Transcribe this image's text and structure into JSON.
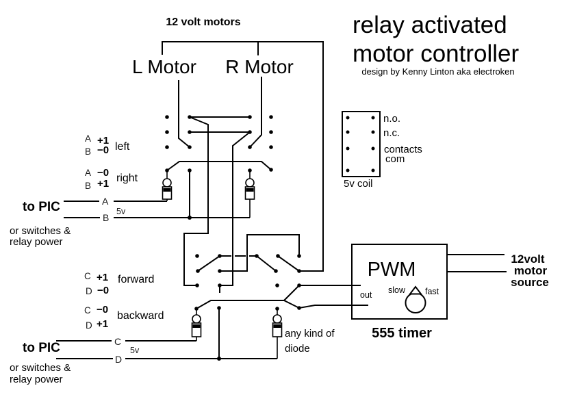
{
  "colors": {
    "ink": "#000000",
    "background": "#ffffff"
  },
  "header": {
    "title_line1": "relay activated",
    "title_line2": "motor controller",
    "byline": "design by Kenny Linton  aka electroken"
  },
  "motors": {
    "bracket_label": "12 volt motors",
    "left_label": "L Motor",
    "right_label": "R Motor"
  },
  "relay_legend": {
    "row1": "n.o.",
    "row2": "n.c.",
    "row3a": "contacts",
    "row3b": "com",
    "coil_label": "5v coil"
  },
  "steering": {
    "left_state": {
      "a": "A",
      "a_val": "+1",
      "b": "B",
      "b_val": "−0",
      "word": "left"
    },
    "right_state": {
      "a": "A",
      "a_val": "−0",
      "b": "B",
      "b_val": "+1",
      "word": "right"
    }
  },
  "pic_upper": {
    "label": "to PIC",
    "line_a": "A",
    "line_b": "B",
    "volts": "5v",
    "alt_line1": "or switches &",
    "alt_line2": "relay power"
  },
  "drive": {
    "forward_state": {
      "c": "C",
      "c_val": "+1",
      "d": "D",
      "d_val": "−0",
      "word": "forward"
    },
    "backward_state": {
      "c": "C",
      "c_val": "−0",
      "d": "D",
      "d_val": "+1",
      "word": "backward"
    }
  },
  "pic_lower": {
    "label": "to PIC",
    "line_c": "C",
    "line_d": "D",
    "volts": "5v",
    "alt_line1": "or switches &",
    "alt_line2": "relay power"
  },
  "diode_note": {
    "line1": "any kind of",
    "line2": "diode"
  },
  "pwm": {
    "name": "PWM",
    "out_label": "out",
    "slow_label": "slow",
    "fast_label": "fast",
    "caption": "555 timer"
  },
  "source": {
    "line1": "12volt",
    "line2": "motor",
    "line3": "source"
  }
}
